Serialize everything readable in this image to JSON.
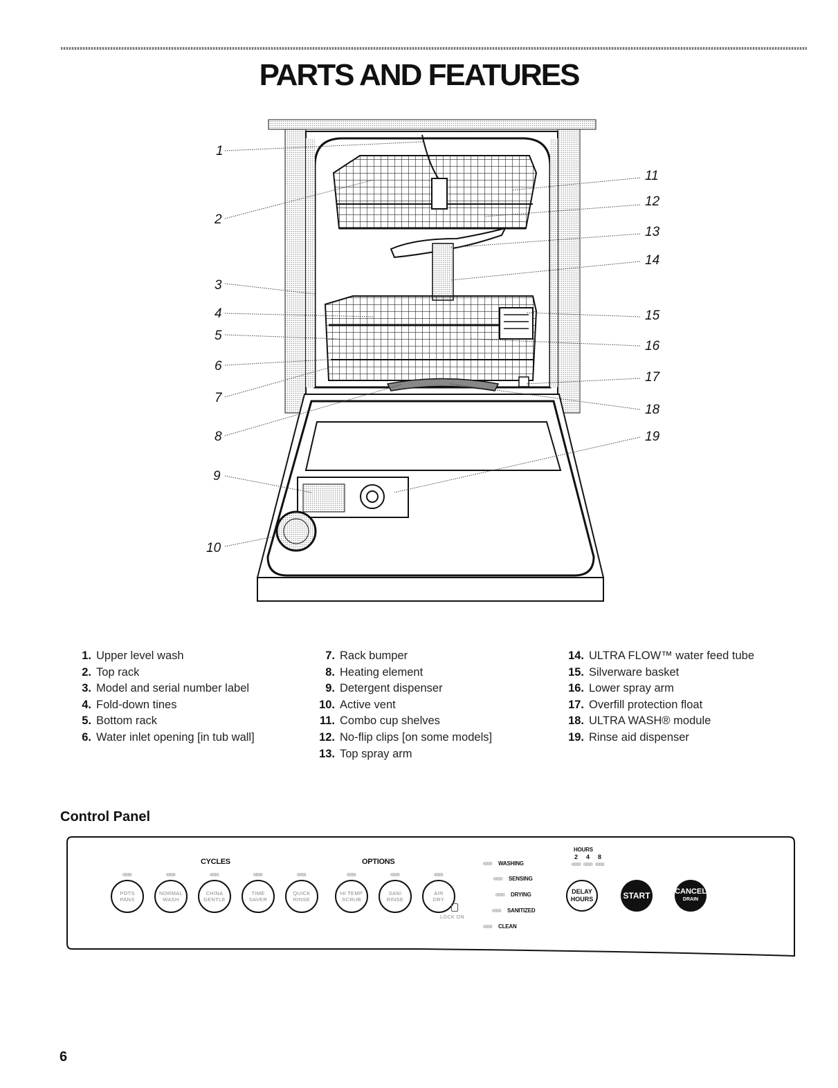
{
  "page": {
    "title": "PARTS AND FEATURES",
    "page_number": "6"
  },
  "callouts": [
    "1",
    "2",
    "3",
    "4",
    "5",
    "6",
    "7",
    "8",
    "9",
    "10",
    "11",
    "12",
    "13",
    "14",
    "15",
    "16",
    "17",
    "18",
    "19"
  ],
  "parts": {
    "col1": [
      {
        "num": "1.",
        "name": "Upper level wash"
      },
      {
        "num": "2.",
        "name": "Top rack"
      },
      {
        "num": "3.",
        "name": "Model and serial number label"
      },
      {
        "num": "4.",
        "name": "Fold-down tines"
      },
      {
        "num": "5.",
        "name": "Bottom rack"
      },
      {
        "num": "6.",
        "name": "Water inlet opening [in tub wall]"
      }
    ],
    "col2": [
      {
        "num": "7.",
        "name": "Rack bumper"
      },
      {
        "num": "8.",
        "name": "Heating element"
      },
      {
        "num": "9.",
        "name": "Detergent dispenser"
      },
      {
        "num": "10.",
        "name": "Active vent"
      },
      {
        "num": "11.",
        "name": "Combo cup shelves"
      },
      {
        "num": "12.",
        "name": "No-flip clips [on some models]"
      },
      {
        "num": "13.",
        "name": "Top spray arm"
      }
    ],
    "col3": [
      {
        "num": "14.",
        "name": "ULTRA FLOW™ water feed tube"
      },
      {
        "num": "15.",
        "name": "Silverware basket"
      },
      {
        "num": "16.",
        "name": "Lower spray arm"
      },
      {
        "num": "17.",
        "name": "Overfill protection float"
      },
      {
        "num": "18.",
        "name": "ULTRA WASH® module"
      },
      {
        "num": "19.",
        "name": "Rinse aid dispenser"
      }
    ]
  },
  "control_panel": {
    "heading": "Control Panel",
    "cycles_label": "CYCLES",
    "options_label": "OPTIONS",
    "cycles": [
      {
        "line1": "POTS",
        "line2": "PANS"
      },
      {
        "line1": "NORMAL",
        "line2": "WASH"
      },
      {
        "line1": "CHINA",
        "line2": "GENTLE"
      },
      {
        "line1": "TIME",
        "line2": "SAVER"
      },
      {
        "line1": "QUICK",
        "line2": "RINSE"
      }
    ],
    "options": [
      {
        "line1": "HI TEMP",
        "line2": "SCRUB"
      },
      {
        "line1": "SANI",
        "line2": "RINSE"
      },
      {
        "line1": "AIR",
        "line2": "DRY"
      }
    ],
    "lock_label": "LOCK ON",
    "status": [
      "WASHING",
      "SENSING",
      "DRYING",
      "SANITIZED",
      "CLEAN"
    ],
    "hours_label": "HOURS",
    "hours_values": [
      "2",
      "4",
      "8"
    ],
    "delay": {
      "line1": "DELAY",
      "line2": "HOURS"
    },
    "start": "START",
    "cancel": {
      "line1": "CANCEL",
      "line2": "DRAIN"
    }
  }
}
